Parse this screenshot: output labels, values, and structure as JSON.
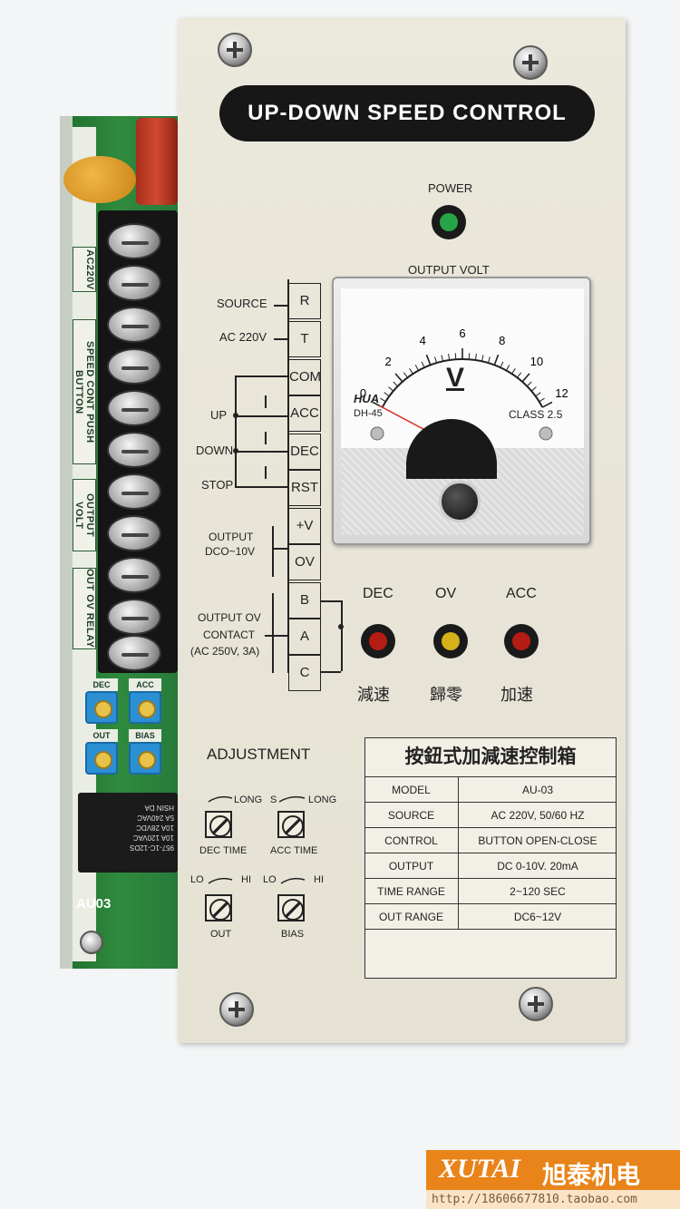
{
  "panel": {
    "title": "UP-DOWN SPEED CONTROL",
    "power_label": "POWER",
    "output_volt_label": "OUTPUT VOLT",
    "colors": {
      "panel": "#e8e5d8",
      "title_bar": "#171717",
      "pcb": "#2a7f3a"
    }
  },
  "wiring": {
    "terminals": [
      "R",
      "T",
      "COM",
      "ACC",
      "DEC",
      "RST",
      "+V",
      "OV",
      "B",
      "A",
      "C"
    ],
    "labels": {
      "source": "SOURCE",
      "ac220": "AC 220V",
      "up": "UP",
      "down": "DOWN",
      "stop": "STOP",
      "output_1": "OUTPUT",
      "output_2": "DCO~10V",
      "contact_1": "OUTPUT OV",
      "contact_2": "CONTACT",
      "contact_3": "(AC 250V, 3A)"
    }
  },
  "meter": {
    "scale": [
      "0",
      "2",
      "4",
      "6",
      "8",
      "10",
      "12"
    ],
    "unit": "V",
    "brand": "HUA",
    "model": "DH-45",
    "class": "CLASS 2.5",
    "needle_value": 0
  },
  "indicators": [
    {
      "label": "DEC",
      "cn": "減速",
      "color": "#b51c14"
    },
    {
      "label": "OV",
      "cn": "歸零",
      "color": "#d6b21a"
    },
    {
      "label": "ACC",
      "cn": "加速",
      "color": "#b51c14"
    }
  ],
  "power_led_color": "#25a548",
  "adjustment": {
    "title": "ADJUSTMENT",
    "long": "LONG",
    "s": "S",
    "lo": "LO",
    "hi": "HI",
    "dec_time": "DEC TIME",
    "acc_time": "ACC TIME",
    "out": "OUT",
    "bias": "BIAS"
  },
  "spec": {
    "title": "按鈕式加減速控制箱",
    "rows": [
      {
        "key": "MODEL",
        "value": "AU-03"
      },
      {
        "key": "SOURCE",
        "value": "AC 220V, 50/60 HZ"
      },
      {
        "key": "CONTROL",
        "value": "BUTTON OPEN-CLOSE"
      },
      {
        "key": "OUTPUT",
        "value": "DC 0-10V. 20mA"
      },
      {
        "key": "TIME RANGE",
        "value": "2~120 SEC"
      },
      {
        "key": "OUT RANGE",
        "value": "DC6~12V"
      }
    ]
  },
  "pcb": {
    "side_labels": [
      "AC220V",
      "SPEED CONT PUSH BUTTON",
      "OUTPUT VOLT",
      "OUT OV RELAY"
    ],
    "trimmers": [
      "DEC",
      "ACC",
      "OUT",
      "BIAS"
    ],
    "relay_text": [
      "957-1C-12DS",
      "10A 120VAC",
      "10A 28VDC",
      "5A 240VAC",
      "HSIN DA"
    ],
    "model": "AU03"
  },
  "watermark": {
    "brand": "XUTAI",
    "cn": "旭泰机电",
    "url": "http://18606677810.taobao.com"
  }
}
